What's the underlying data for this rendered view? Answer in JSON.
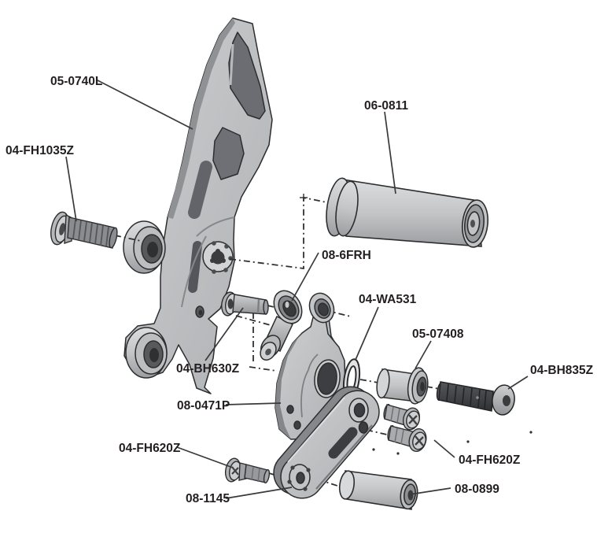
{
  "diagram": {
    "type": "exploded-parts-diagram",
    "background_color": "#ffffff",
    "label_text_color": "#231f20",
    "leader_line_color": "#3a3a3c",
    "centerline_color": "#2f3032",
    "metal_light": "#cdced0",
    "metal_mid": "#a8aaac",
    "metal_dark": "#58595c",
    "dark_bolt_color": "#3f4144",
    "labels": [
      {
        "id": "label-05-0740L",
        "text": "05-0740L",
        "part": "main-bracket-plate"
      },
      {
        "id": "label-04-FH1035Z",
        "text": "04-FH1035Z",
        "part": "flat-head-bolt-large"
      },
      {
        "id": "label-06-0811",
        "text": "06-0811",
        "part": "footpeg-cylinder"
      },
      {
        "id": "label-08-6FRH",
        "text": "08-6FRH",
        "part": "rod-end-bearing"
      },
      {
        "id": "label-04-BH630Z",
        "text": "04-BH630Z",
        "part": "button-head-bolt-small"
      },
      {
        "id": "label-04-WA531",
        "text": "04-WA531",
        "part": "washer"
      },
      {
        "id": "label-05-07408",
        "text": "05-07408",
        "part": "spacer-bushing"
      },
      {
        "id": "label-04-BH835Z",
        "text": "04-BH835Z",
        "part": "button-head-bolt-dark"
      },
      {
        "id": "label-08-0471P",
        "text": "08-0471P",
        "part": "pivot-bracket"
      },
      {
        "id": "label-04-FH620Z-left",
        "text": "04-FH620Z",
        "part": "flat-head-bolt-left"
      },
      {
        "id": "label-04-FH620Z-right",
        "text": "04-FH620Z",
        "part": "flat-head-bolts-right"
      },
      {
        "id": "label-08-1145",
        "text": "08-1145",
        "part": "heel-plate-arm"
      },
      {
        "id": "label-08-0899",
        "text": "08-0899",
        "part": "spacer-cylinder-large"
      }
    ]
  }
}
